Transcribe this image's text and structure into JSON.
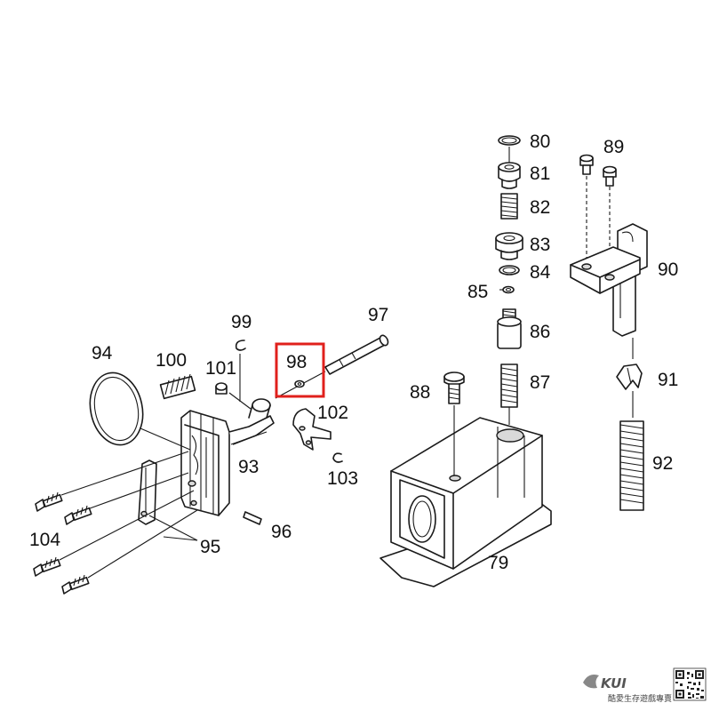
{
  "highlight": {
    "part": "98",
    "color": "#e0201c"
  },
  "labels": {
    "p79": "79",
    "p80": "80",
    "p81": "81",
    "p82": "82",
    "p83": "83",
    "p84": "84",
    "p85": "85",
    "p86": "86",
    "p87": "87",
    "p88": "88",
    "p89": "89",
    "p90": "90",
    "p91": "91",
    "p92": "92",
    "p93": "93",
    "p94": "94",
    "p95": "95",
    "p96": "96",
    "p97": "97",
    "p98": "98",
    "p99": "99",
    "p100": "100",
    "p101": "101",
    "p102": "102",
    "p103": "103",
    "p104": "104"
  },
  "watermark": {
    "logo_text": "KUI",
    "tagline": "酷愛生存遊戲專賣",
    "qr_icon": "qr-code-icon"
  }
}
